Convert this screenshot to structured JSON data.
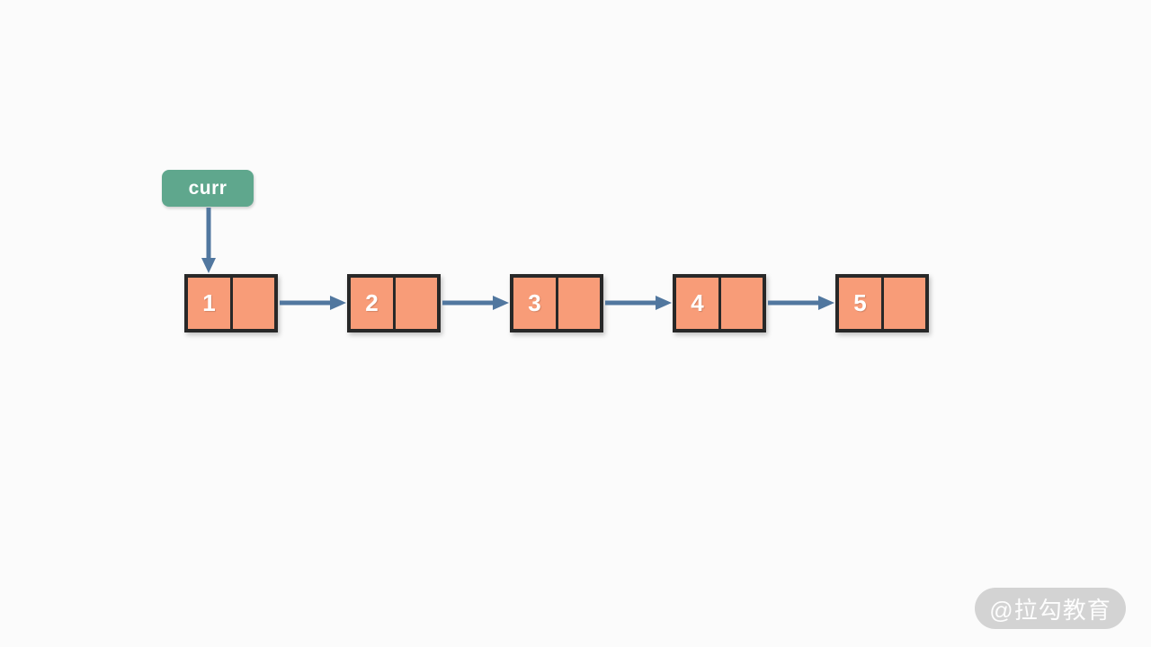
{
  "pointer": {
    "label": "curr"
  },
  "linked_list": {
    "nodes": [
      {
        "value": "1"
      },
      {
        "value": "2"
      },
      {
        "value": "3"
      },
      {
        "value": "4"
      },
      {
        "value": "5"
      }
    ]
  },
  "watermark": {
    "text": "@拉勾教育"
  },
  "colors": {
    "background": "#fbfbfb",
    "pointer_bg": "#5fa78d",
    "pointer_text": "#ffffff",
    "node_fill": "#f89c78",
    "node_border": "#282828",
    "node_value_text": "#ffffff",
    "arrow": "#51779f",
    "watermark_bg": "#d3d3d3",
    "watermark_text": "#fdfdfd"
  }
}
